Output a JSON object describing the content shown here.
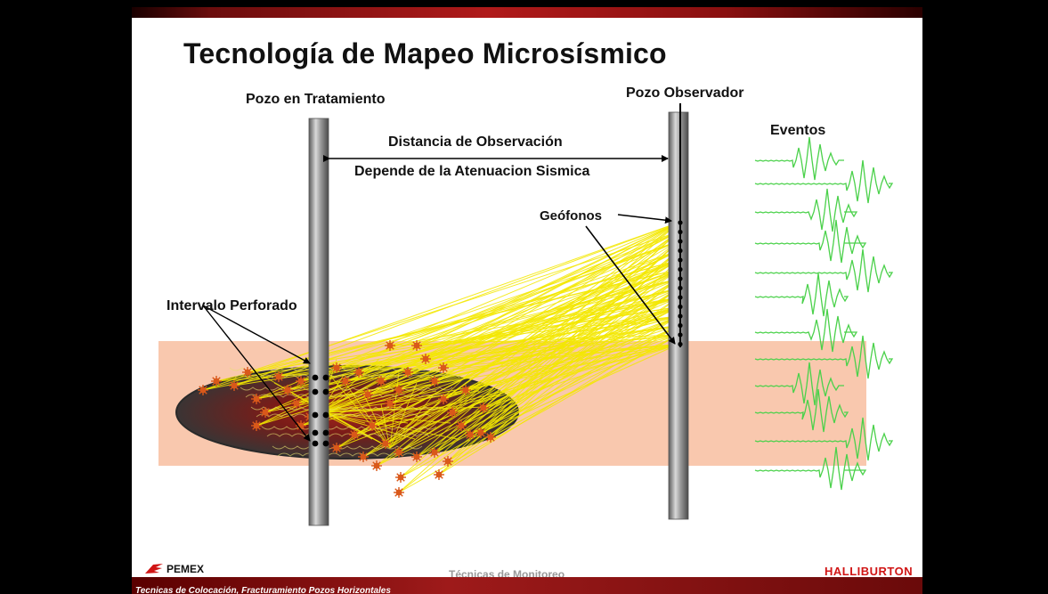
{
  "slide": {
    "title": "Tecnología de Mapeo Microsísmico",
    "labels": {
      "treatment_well": "Pozo en Tratamiento",
      "observer_well": "Pozo Observador",
      "distance": "Distancia de Observación",
      "depends": "Depende de la Atenuacion Sismica",
      "events": "Eventos",
      "geophones": "Geófonos",
      "perforated_interval": "Intervalo Perforado"
    },
    "footer": {
      "brand_left": "PEMEX",
      "center": "Técnicas de Monitoreo",
      "brand_right": "HALLIBURTON",
      "course": "Tecnicas de Colocación, Fracturamiento Pozos Horizontales"
    }
  },
  "colors": {
    "formation_band": "#f9c8ae",
    "fracture_dark": "#3a3a3a",
    "fracture_glow": "#8a1e1e",
    "ray": "#f3e800",
    "event": "#d9581a",
    "waveform": "#4bd14b",
    "pipe": "#8f8f8f",
    "halliburton_red": "#d01515"
  }
}
